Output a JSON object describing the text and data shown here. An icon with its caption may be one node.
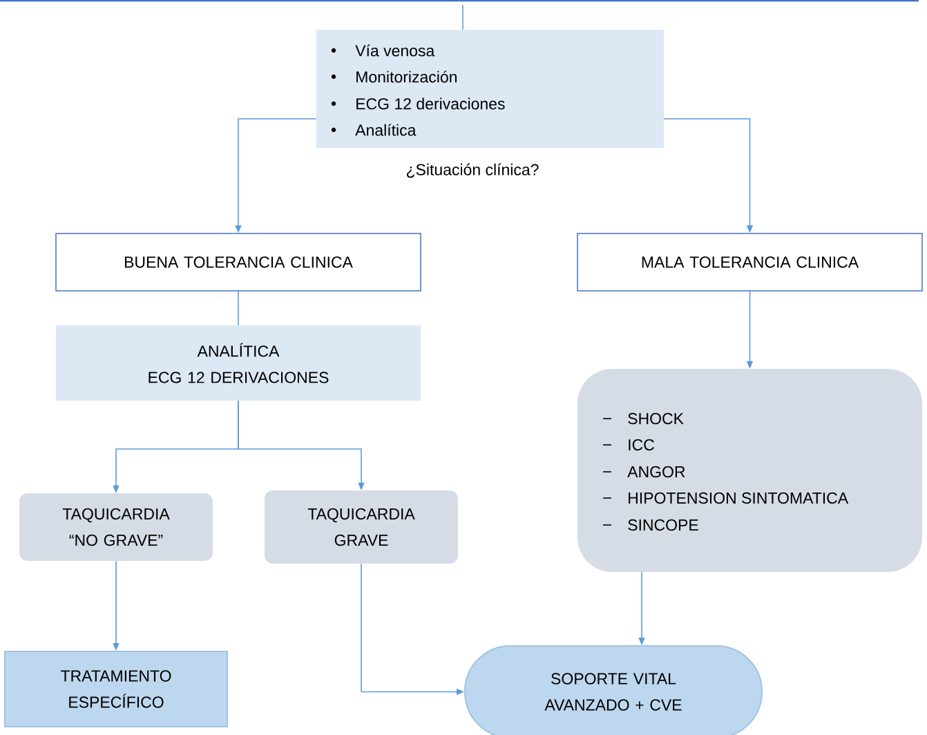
{
  "diagram": {
    "nodes": [
      {
        "text": [
          "Vía venosa",
          "Monitorización",
          "ECG 12 derivaciones",
          "Analítica"
        ]
      },
      {
        "text": [
          "BUENA TOLERANCIA CLINICA"
        ]
      },
      {
        "text": [
          "MALA TOLERANCIA CLINICA"
        ]
      },
      {
        "text": [
          "ANALÍTICA",
          "ECG 12 DERIVACIONES"
        ]
      },
      {
        "text": [
          "TAQUICARDIA “NO GRAVE”"
        ]
      },
      {
        "text": [
          "TAQUICARDIA GRAVE"
        ]
      },
      {
        "text": [
          "SHOCK",
          "ICC",
          "ANGOR",
          "HIPOTENSION SINTOMATICA",
          "SINCOPE"
        ]
      },
      {
        "text": [
          "TRATAMIENTO ESPECÍFICO"
        ]
      },
      {
        "text": [
          "SOPORTE VITAL AVANZADO + CVE"
        ]
      }
    ],
    "edges": [
      {
        "from": null,
        "to": 0,
        "arrow": "none"
      },
      {
        "from": 0,
        "to": 1,
        "arrow": "to"
      },
      {
        "from": 0,
        "to": 2,
        "arrow": "to"
      },
      {
        "from": 1,
        "to": 3,
        "arrow": "none"
      },
      {
        "from": 3,
        "to": 4,
        "arrow": "to"
      },
      {
        "from": 3,
        "to": 5,
        "arrow": "to"
      },
      {
        "from": 2,
        "to": 6,
        "arrow": "to"
      },
      {
        "from": 4,
        "to": 7,
        "arrow": "to"
      },
      {
        "from": 5,
        "to": 8,
        "arrow": "to"
      },
      {
        "from": 6,
        "to": 8,
        "arrow": "to"
      }
    ],
    "labels": [
      "¿Situación clínica?"
    ]
  }
}
